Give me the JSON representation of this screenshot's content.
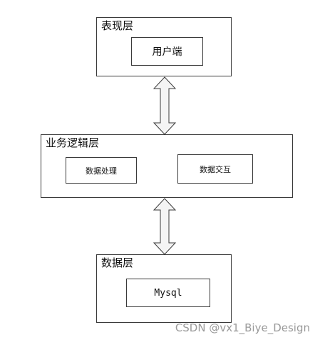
{
  "diagram": {
    "presentation_layer": {
      "title": "表现层",
      "client_box": "用户端"
    },
    "business_layer": {
      "title": "业务逻辑层",
      "process_box": "数据处理",
      "exchange_box": "数据交互"
    },
    "data_layer": {
      "title": "数据层",
      "mysql_box": "Mysql"
    },
    "arrow_fill": "#f4f4f4",
    "line_color": "#3a3a3a"
  },
  "watermark": "CSDN @vx1_Biye_Design"
}
